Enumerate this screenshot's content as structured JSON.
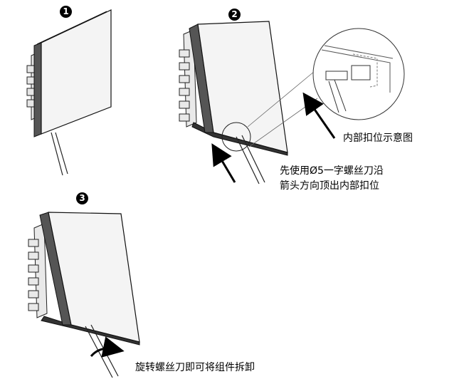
{
  "steps": [
    {
      "number": "1"
    },
    {
      "number": "2",
      "caption_lines": [
        "先使用Ø5一字螺丝刀沿",
        "箭头方向顶出内部扣位"
      ]
    },
    {
      "number": "3",
      "caption_lines": [
        "旋转螺丝刀即可将组件拆卸"
      ]
    }
  ],
  "detail_callout": {
    "caption": "内部扣位示意图"
  }
}
